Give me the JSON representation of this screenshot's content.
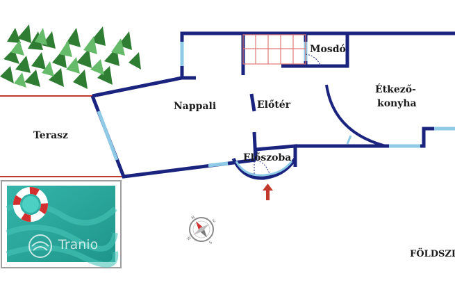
{
  "rooms": {
    "terasz": "Terasz",
    "nappali": "Nappali",
    "eloter": "Előtér",
    "mosdo": "Mosdó",
    "etkezo_line1": "Étkező-",
    "etkezo_line2": "konyha",
    "eloszoba": "Előszoba"
  },
  "floor_label": "FÖLDSZI",
  "watermark": "Tranio",
  "compass": {
    "n": "N",
    "s": "S",
    "e": "E",
    "w": "W"
  },
  "colors": {
    "wall": "#1a237e",
    "window": "#8ecae6",
    "terrace_line": "#c0392b",
    "pool": "#2aa59a",
    "stairs": "#e07a7a",
    "entrance_arrow": "#c0392b",
    "plant": "#2e7d32"
  },
  "icons": [
    "plant-icon",
    "pool-ring-icon",
    "tranio-logo-icon",
    "compass-icon",
    "entrance-arrow-icon"
  ]
}
